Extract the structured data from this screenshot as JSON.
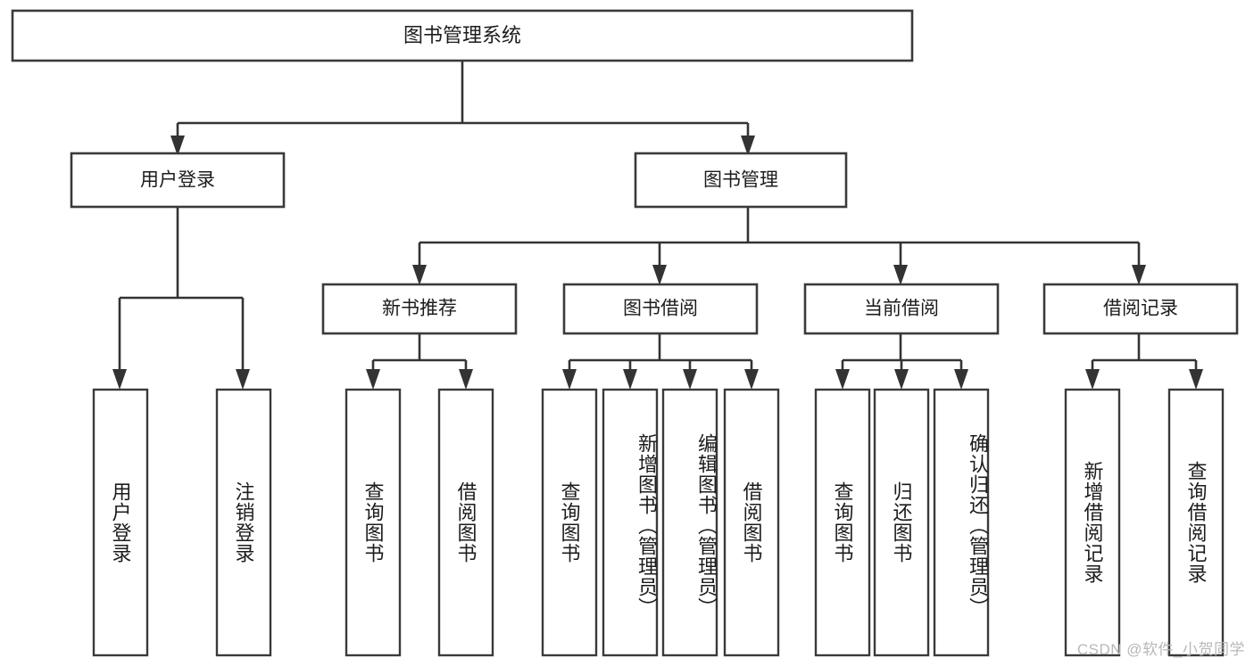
{
  "diagram": {
    "type": "tree",
    "title": "图书管理系统",
    "watermark": "CSDN @软件_小贺同学",
    "colors": {
      "box_fill": "#ffffff",
      "box_stroke": "#3a3a3a",
      "connector": "#333333",
      "text": "#1c1c1c",
      "watermark": "#b8b8b8",
      "background": "#ffffff"
    },
    "root": {
      "label": "图书管理系统",
      "level": 0
    },
    "level2": [
      {
        "label": "用户登录"
      },
      {
        "label": "图书管理"
      }
    ],
    "level3": [
      {
        "label": "新书推荐"
      },
      {
        "label": "图书借阅"
      },
      {
        "label": "当前借阅"
      },
      {
        "label": "借阅记录"
      }
    ],
    "leaves": {
      "user_login": [
        {
          "label": "用户登录"
        },
        {
          "label": "注销登录"
        }
      ],
      "new_book_recommend": [
        {
          "label": "查询图书"
        },
        {
          "label": "借阅图书"
        }
      ],
      "book_borrow": [
        {
          "label": "查询图书"
        },
        {
          "label": "新增图书（管理员）"
        },
        {
          "label": "编辑图书（管理员）"
        },
        {
          "label": "借阅图书"
        }
      ],
      "current_borrow": [
        {
          "label": "查询图书"
        },
        {
          "label": "归还图书"
        },
        {
          "label": "确认归还（管理员）"
        }
      ],
      "borrow_record": [
        {
          "label": "新增借阅记录"
        },
        {
          "label": "查询借阅记录"
        }
      ]
    }
  }
}
